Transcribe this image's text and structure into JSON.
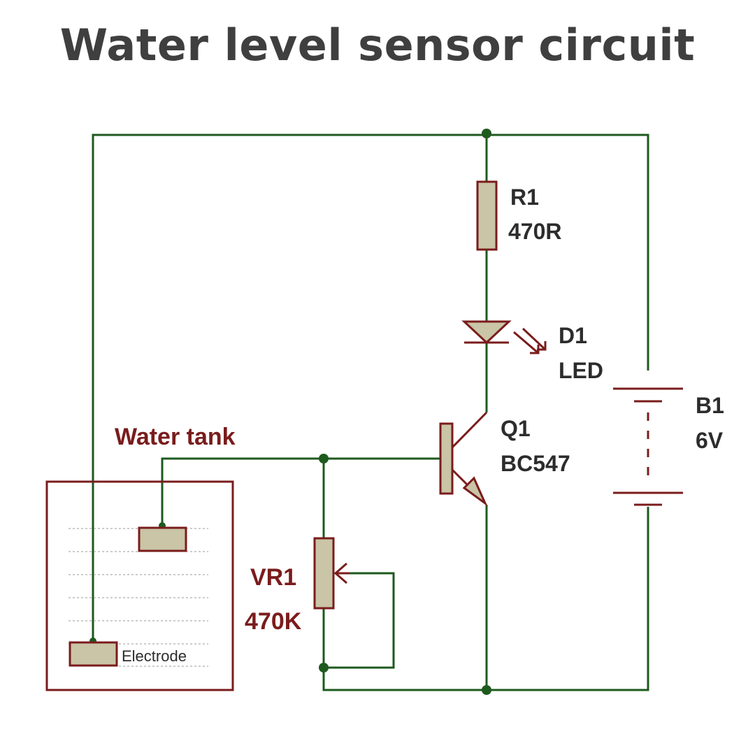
{
  "title": "Water level sensor circuit",
  "tank": {
    "label": "Water tank",
    "electrode_label": "Electrode"
  },
  "components": {
    "r1": {
      "ref": "R1",
      "value": "470R"
    },
    "d1": {
      "ref": "D1",
      "value": "LED"
    },
    "q1": {
      "ref": "Q1",
      "value": "BC547"
    },
    "b1": {
      "ref": "B1",
      "value": "6V"
    },
    "vr1": {
      "ref": "VR1",
      "value": "470K"
    }
  },
  "colors": {
    "wire": "#1e5a1e",
    "component": "#7a1c1c",
    "component_fill": "#c9c5a6",
    "title": "#3f3f3f"
  }
}
